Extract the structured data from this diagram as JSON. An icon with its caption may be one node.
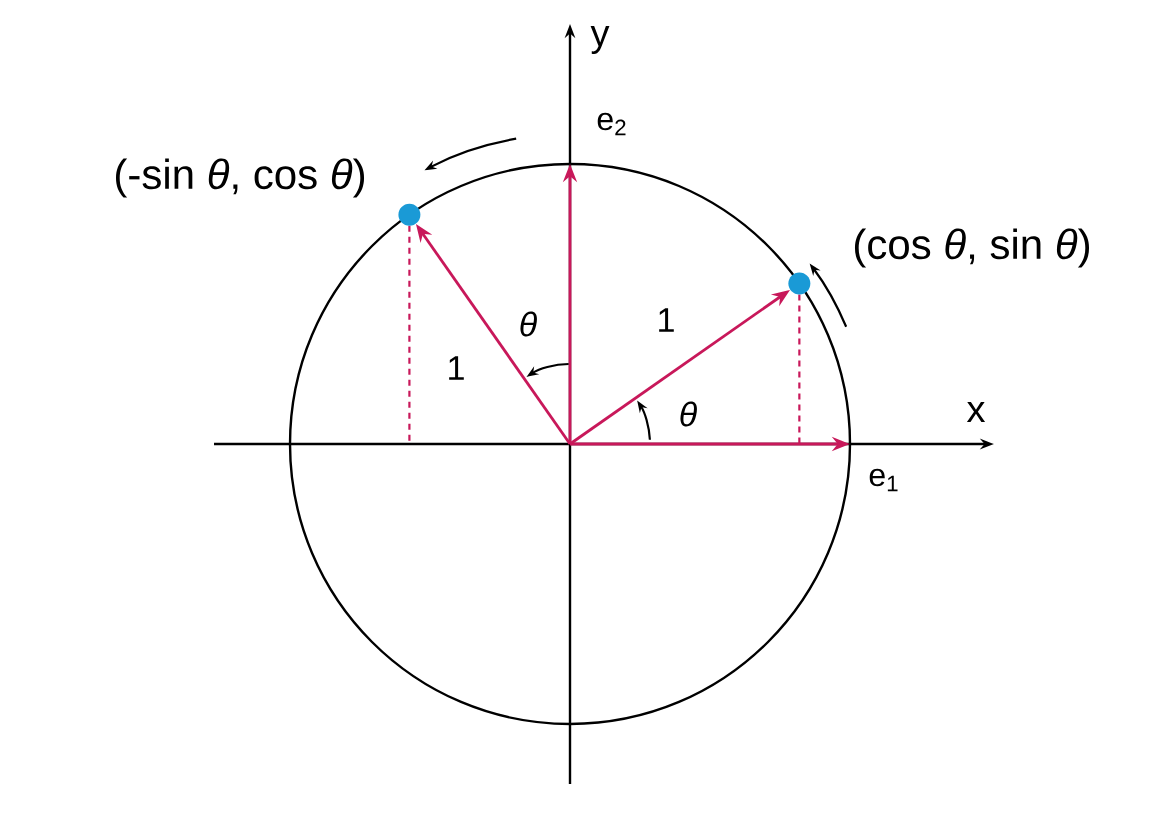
{
  "diagram": {
    "nodes": [
      {
        "text": [],
        "shape": "circle",
        "beside": [
          "(-sin *θ*, cos *θ*)"
        ]
      },
      {
        "text": [],
        "shape": "circle",
        "beside": [
          "(cos *θ*, sin *θ*)"
        ]
      }
    ],
    "edges": [
      {
        "from": null,
        "to": 1,
        "arrow": "to"
      },
      {
        "from": null,
        "to": 0,
        "arrow": "to"
      }
    ],
    "labels": [
      "y",
      "e$_{2}$",
      "θ",
      "1",
      "1",
      "x",
      "θ",
      "e$_{1}$"
    ]
  }
}
